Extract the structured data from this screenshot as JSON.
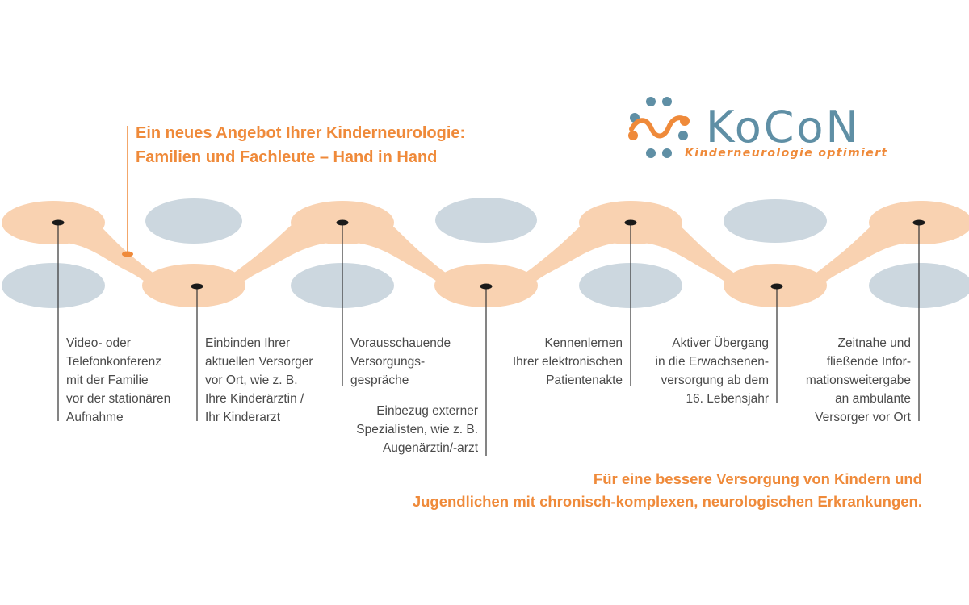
{
  "headline": {
    "line1": "Ein neues Angebot Ihrer Kinderneurologie:",
    "line2": "Familien und Fachleute – Hand in Hand"
  },
  "logo": {
    "name": "KoCoN",
    "tagline": "Kinderneurologie optimiert"
  },
  "steps": [
    {
      "lines": [
        "Video- oder",
        "Telefonkonferenz",
        "mit der Familie",
        "vor der stationären",
        "Aufnahme"
      ]
    },
    {
      "lines": [
        "Einbinden Ihrer",
        "aktuellen Versorger",
        "vor Ort, wie z. B.",
        "Ihre Kinderärztin /",
        "Ihr Kinderarzt"
      ]
    },
    {
      "lines": [
        "Vorausschauende",
        "Versorgungs-",
        "gespräche"
      ]
    },
    {
      "lines": [
        "Einbezug externer",
        "Spezialisten, wie z. B.",
        "Augenärztin/-arzt"
      ]
    },
    {
      "lines": [
        "Kennenlernen",
        "Ihrer elektronischen",
        "Patientenakte"
      ]
    },
    {
      "lines": [
        "Aktiver Übergang",
        "in die Erwachsenen-",
        "versorgung ab dem",
        "16. Lebensjahr"
      ]
    },
    {
      "lines": [
        "Zeitnahe und",
        "fließende Infor-",
        "mationsweitergabe",
        "an ambulante",
        "Versorger vor Ort"
      ]
    }
  ],
  "tagline": {
    "line1": "Für eine bessere Versorgung von Kindern und",
    "line2": "Jugendlichen mit chronisch-komplexen, neurologischen Erkrankungen."
  },
  "colors": {
    "path": "#f9d2b1",
    "accent": "#ef8a3a",
    "bubble": "#ccd7df",
    "logo_blue": "#5f8fa5",
    "text": "#4a4a4a",
    "node": "#1a1a1a"
  }
}
